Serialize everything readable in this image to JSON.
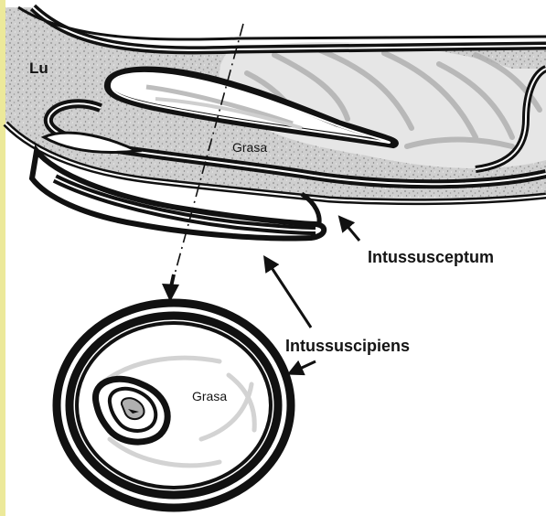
{
  "labels": {
    "lumen": "Lu",
    "fat_upper": "Grasa",
    "fat_lower": "Grasa",
    "intussusceptum": "Intussusceptum",
    "intussuscipiens": "Intussuscipiens"
  },
  "colors": {
    "wall": "#111111",
    "lumen_fill": "#c9c9c9",
    "mucosa_shade": "#b5b5b5",
    "background": "#ffffff",
    "left_edge_strip": "#ece99a"
  },
  "icons": [
    "section-arrow-icon",
    "label-pointer-arrow-icon"
  ]
}
